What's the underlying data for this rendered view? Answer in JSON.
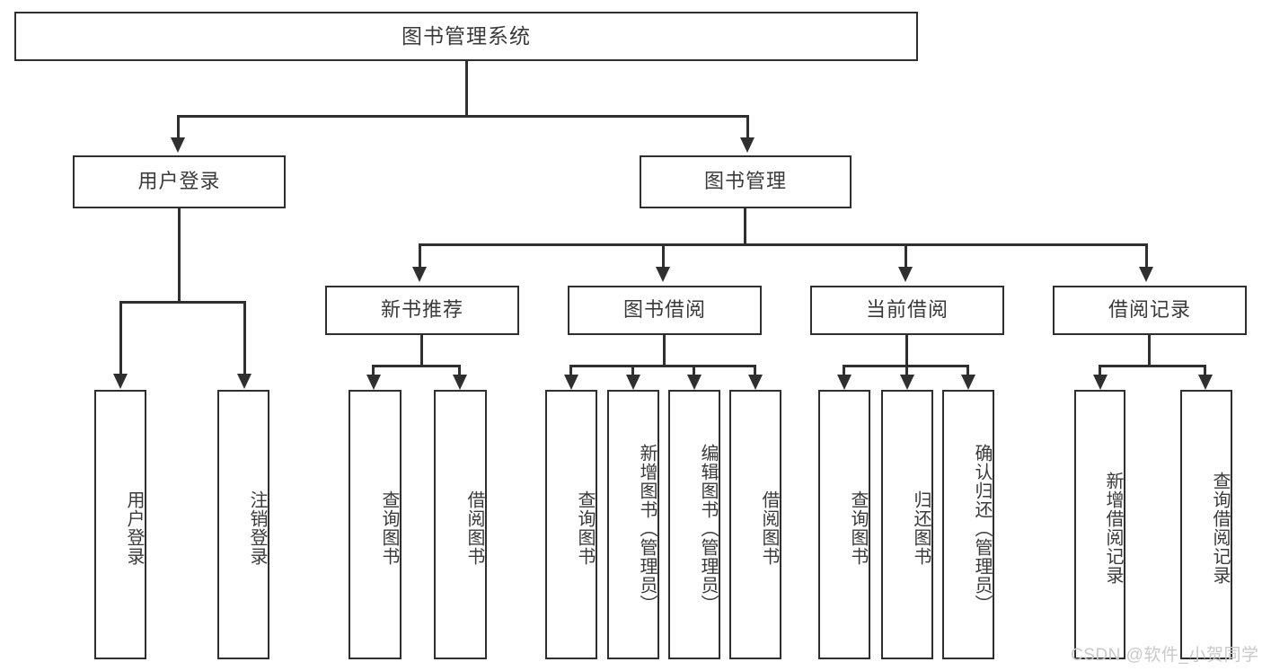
{
  "diagram": {
    "type": "tree-structure-chart",
    "title": "图书管理系统",
    "watermark": "CSDN @软件_小贺同学",
    "colors": {
      "background": "#ffffff",
      "stroke": "#2f2f2f",
      "text": "#3a3a3a",
      "watermark": "#c9c9c9"
    },
    "levels": {
      "root": {
        "label": "图书管理系统"
      },
      "level2": [
        {
          "id": "user-login",
          "label": "用户登录"
        },
        {
          "id": "book-management",
          "label": "图书管理"
        }
      ],
      "level3": [
        {
          "id": "new-book-recommend",
          "label": "新书推荐",
          "parent": "book-management"
        },
        {
          "id": "book-borrow",
          "label": "图书借阅",
          "parent": "book-management"
        },
        {
          "id": "current-borrow",
          "label": "当前借阅",
          "parent": "book-management"
        },
        {
          "id": "borrow-record",
          "label": "借阅记录",
          "parent": "book-management"
        }
      ],
      "leaves": {
        "user-login": [
          {
            "id": "leaf-user-login",
            "label": "用户登录"
          },
          {
            "id": "leaf-logout-login",
            "label": "注销登录"
          }
        ],
        "new-book-recommend": [
          {
            "id": "leaf-query-book-1",
            "label": "查询图书"
          },
          {
            "id": "leaf-borrow-book-1",
            "label": "借阅图书"
          }
        ],
        "book-borrow": [
          {
            "id": "leaf-query-book-2",
            "label": "查询图书"
          },
          {
            "id": "leaf-add-book",
            "label": "新增图书（管理员）"
          },
          {
            "id": "leaf-edit-book",
            "label": "编辑图书（管理员）"
          },
          {
            "id": "leaf-borrow-book-2",
            "label": "借阅图书"
          }
        ],
        "current-borrow": [
          {
            "id": "leaf-query-book-3",
            "label": "查询图书"
          },
          {
            "id": "leaf-return-book",
            "label": "归还图书"
          },
          {
            "id": "leaf-confirm-return",
            "label": "确认归还（管理员）"
          }
        ],
        "borrow-record": [
          {
            "id": "leaf-add-record",
            "label": "新增借阅记录"
          },
          {
            "id": "leaf-query-record",
            "label": "查询借阅记录"
          }
        ]
      }
    }
  }
}
